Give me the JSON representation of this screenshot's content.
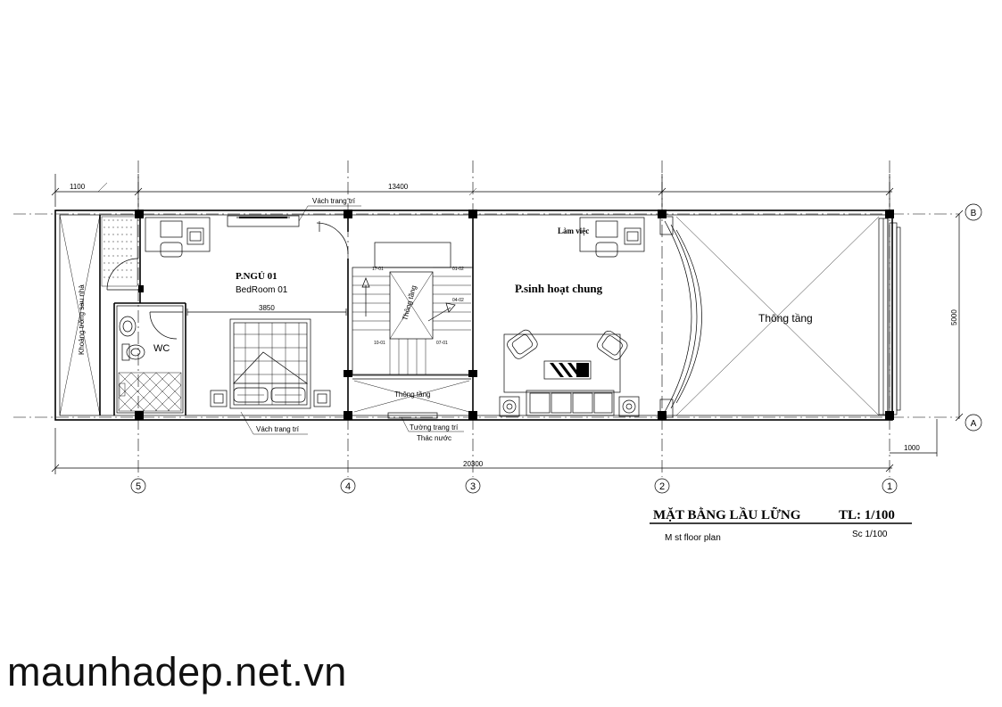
{
  "drawing": {
    "title": "MẶT BẰNG LẦU LỮNG",
    "scale_vn": "TL: 1/100",
    "subtitle_en": "M st floor plan",
    "scale_en": "Sc 1/100"
  },
  "rooms": {
    "bedroom_vn": "P.NGỦ 01",
    "bedroom_en": "BedRoom 01",
    "wc": "WC",
    "living": "P.sinh hoạt chung",
    "work": "Làm việc",
    "void_left": "Khoảng trống sau nhà",
    "void_right": "Thông tầng",
    "void_stair": "Thông tầng",
    "void_lobby": "Thông tầng"
  },
  "notes": {
    "wall_deco_top": "Vách trang trí",
    "wall_deco_bottom": "Vách trang trí",
    "wall_deco_stair": "Tường trang trí",
    "waterfall": "Thác nước"
  },
  "stair_marks": {
    "a": "17-01",
    "b": "01-02",
    "c": "04-02",
    "d": "10-01",
    "e": "07-01"
  },
  "dimensions": {
    "d1100_left": "1100",
    "d13400": "13400",
    "d3850": "3850",
    "d20300": "20300",
    "d1000_right": "1000",
    "d5000": "5000"
  },
  "grid": {
    "c5": "5",
    "c4": "4",
    "c3": "3",
    "c2": "2",
    "c1": "1",
    "rA": "A",
    "rB": "B"
  },
  "watermark": "maunhadep.net.vn"
}
